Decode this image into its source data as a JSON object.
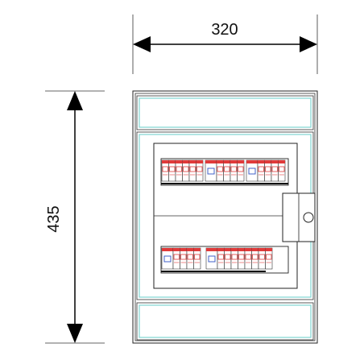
{
  "dimensions": {
    "width_label": "320",
    "height_label": "435"
  },
  "colors": {
    "outline": "#222222",
    "inner_frame": "#7fd6d2",
    "breaker_red": "#e03a3a",
    "breaker_blue": "#4060c8",
    "arrow": "#000000"
  },
  "rows": [
    {
      "name": "upper-din-rail",
      "breaker_groups": 3
    },
    {
      "name": "lower-din-rail",
      "breaker_groups": 2
    }
  ]
}
